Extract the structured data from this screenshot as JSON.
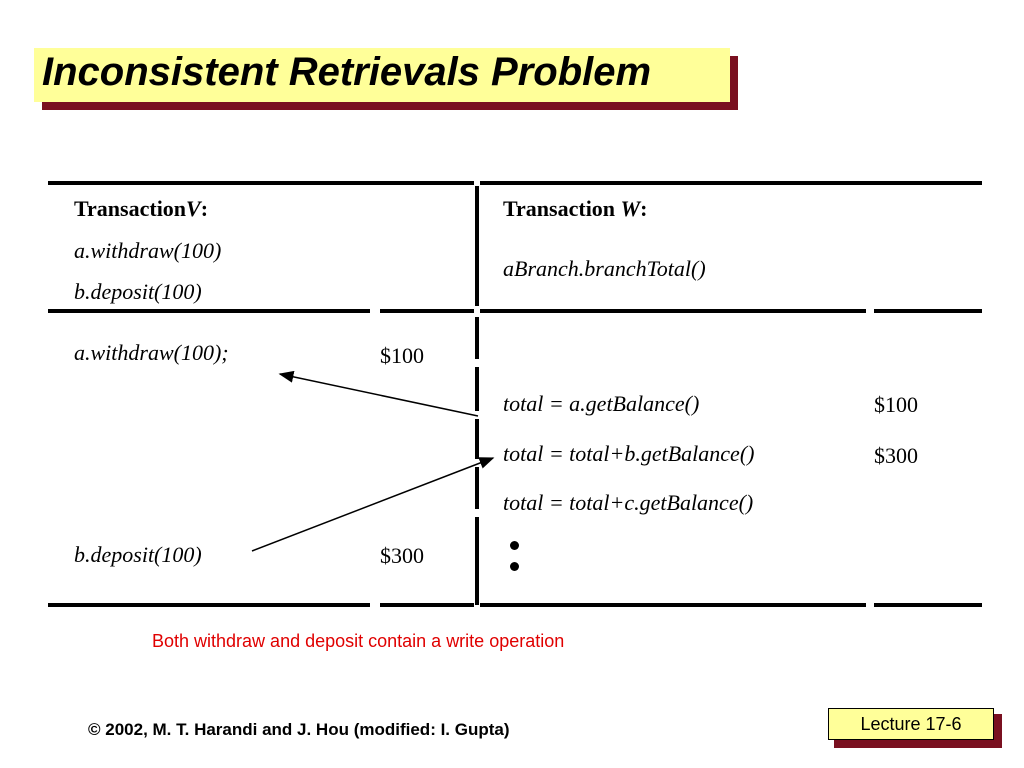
{
  "slide": {
    "title": "Inconsistent Retrievals Problem",
    "left_header": {
      "label": "Transaction",
      "var": "V",
      "colon": ":"
    },
    "right_header": {
      "label": "Transaction ",
      "var": "W",
      "colon": ":"
    },
    "v_ops": [
      "a.withdraw(100)",
      "b.deposit(100)"
    ],
    "w_ops": [
      "aBranch.branchTotal()"
    ],
    "v_steps": [
      {
        "op": "a.withdraw(100);",
        "value": "$100"
      },
      {
        "op": "b.deposit(100)",
        "value": "$300"
      }
    ],
    "w_steps": [
      {
        "op": "total = a.getBalance()",
        "value": "$100"
      },
      {
        "op": "total = total+b.getBalance()",
        "value": "$300"
      },
      {
        "op": "total = total+c.getBalance()",
        "value": ""
      }
    ],
    "note": "Both withdraw and deposit contain a write operation",
    "footer": "© 2002, M. T. Harandi and J. Hou (modified: I. Gupta)",
    "lecture": "Lecture 17-6"
  }
}
